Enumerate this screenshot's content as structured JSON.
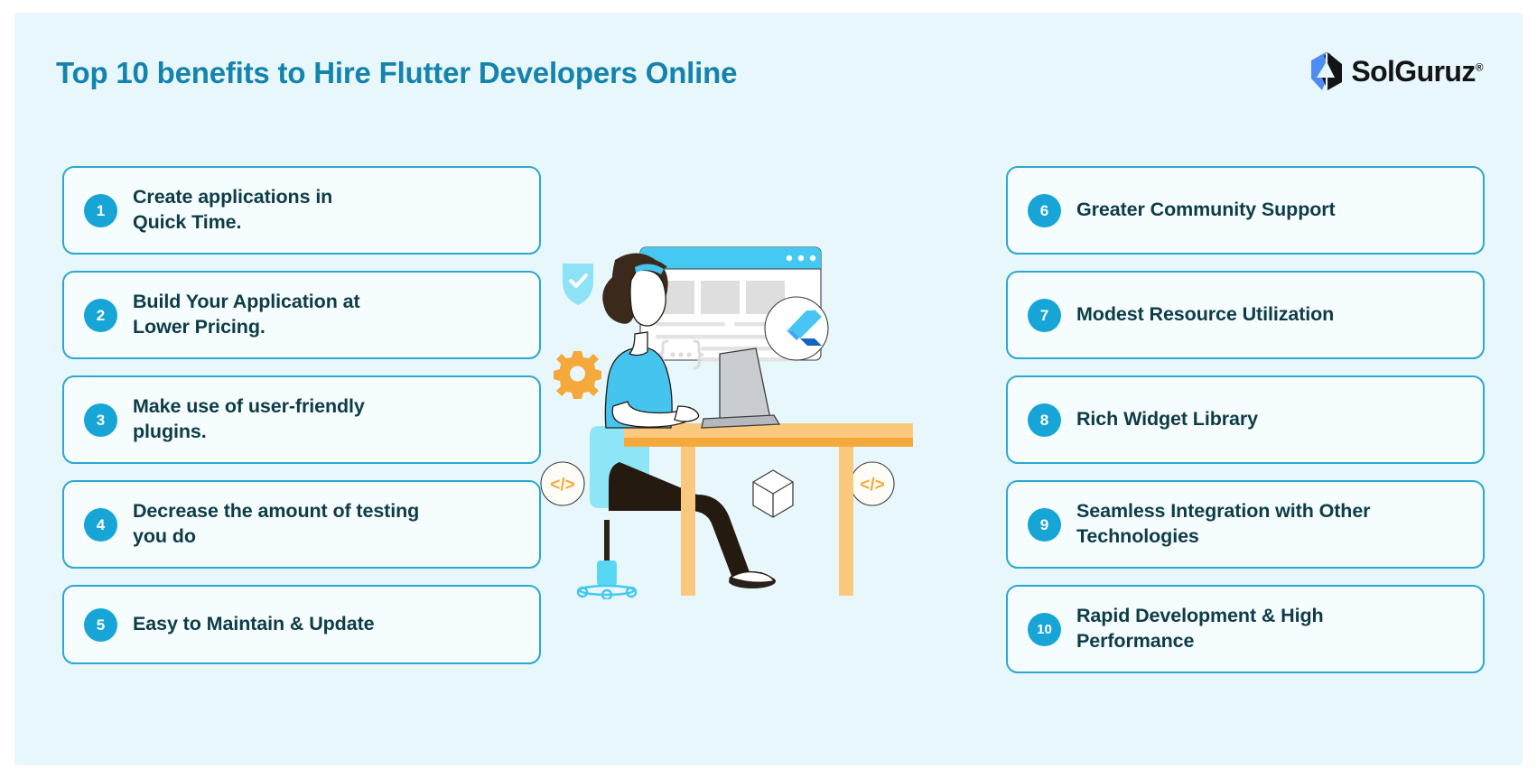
{
  "header": {
    "title": "Top 10 benefits to Hire Flutter Developers Online",
    "logo_text": "SolGuruz",
    "logo_trademark": "®",
    "logo_mark_name": "solguruz-hexagon-bolt-logo"
  },
  "colors": {
    "background": "#E7F7FC",
    "title": "#1483AE",
    "card_bg": "#F6FDFE",
    "card_border": "#2BA7D3",
    "badge_bg": "#17A5D7",
    "card_text": "#0D3C48",
    "accent_orange": "#F6A93B",
    "accent_cyan": "#45C8F1",
    "flutter_blue": "#42A5F5",
    "flutter_dark": "#0D5A9B"
  },
  "benefits_left": [
    {
      "number": "1",
      "label": "Create applications in\nQuick Time."
    },
    {
      "number": "2",
      "label": "Build Your Application at\nLower Pricing."
    },
    {
      "number": "3",
      "label": "Make use of user-friendly\nplugins."
    },
    {
      "number": "4",
      "label": "Decrease the amount of testing\nyou do"
    },
    {
      "number": "5",
      "label": "Easy to Maintain & Update"
    }
  ],
  "benefits_right": [
    {
      "number": "6",
      "label": "Greater Community Support"
    },
    {
      "number": "7",
      "label": "Modest Resource Utilization"
    },
    {
      "number": "8",
      "label": "Rich Widget Library"
    },
    {
      "number": "9",
      "label": "Seamless Integration with Other\nTechnologies"
    },
    {
      "number": "10",
      "label": "Rapid Development & High\nPerformance"
    }
  ],
  "illustration": {
    "name": "developer-at-desk-with-flutter-illustration",
    "elements": [
      "browser-window",
      "flutter-logo-badge",
      "shield-check-icon",
      "gear-icon",
      "code-brackets-icon",
      "code-tag-icon-left",
      "code-tag-icon-right",
      "cube-icon",
      "developer-person",
      "laptop",
      "desk",
      "office-chair"
    ],
    "browser_dots": 3,
    "code_glyph": "{···}",
    "code_tag_glyph": "</>"
  }
}
